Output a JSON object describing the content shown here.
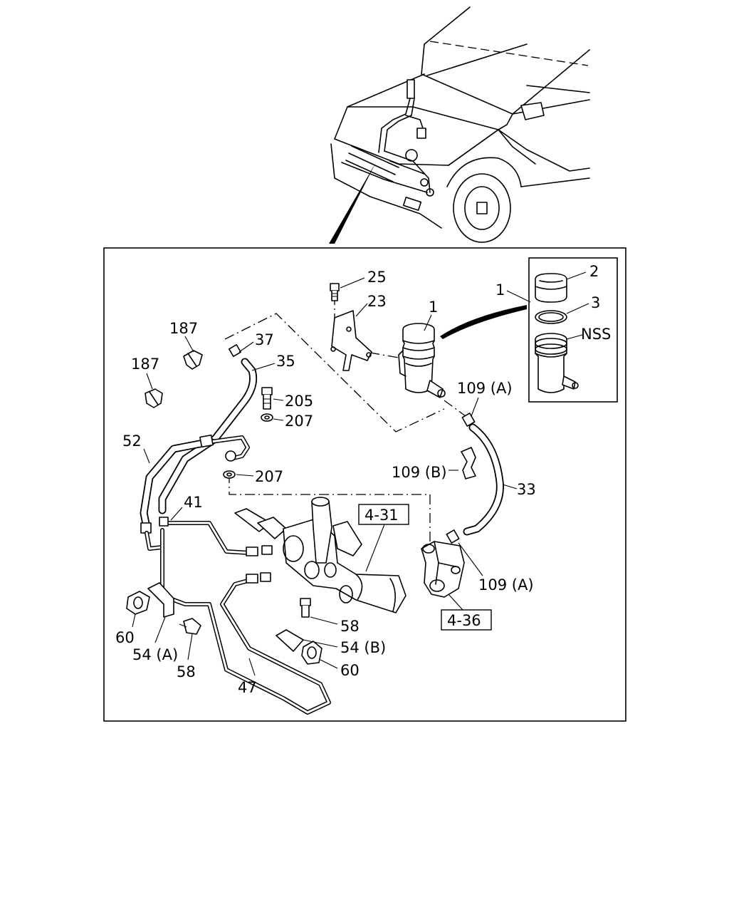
{
  "callouts": {
    "c1_main": "1",
    "c1_inset": "1",
    "c2": "2",
    "c3": "3",
    "nss": "NSS",
    "c23": "23",
    "c25": "25",
    "c33": "33",
    "c35": "35",
    "c37": "37",
    "c41": "41",
    "c47": "47",
    "c52": "52",
    "c54a": "54 (A)",
    "c54b": "54 (B)",
    "c58_left": "58",
    "c58_mid": "58",
    "c60_left": "60",
    "c60_mid": "60",
    "c109a_top": "109 (A)",
    "c109a_bottom": "109 (A)",
    "c109b": "109 (B)",
    "c187_top": "187",
    "c187_bottom": "187",
    "c205": "205",
    "c207_top": "207",
    "c207_bottom": "207"
  },
  "references": {
    "ref_4_31": "4-31",
    "ref_4_36": "4-36"
  }
}
